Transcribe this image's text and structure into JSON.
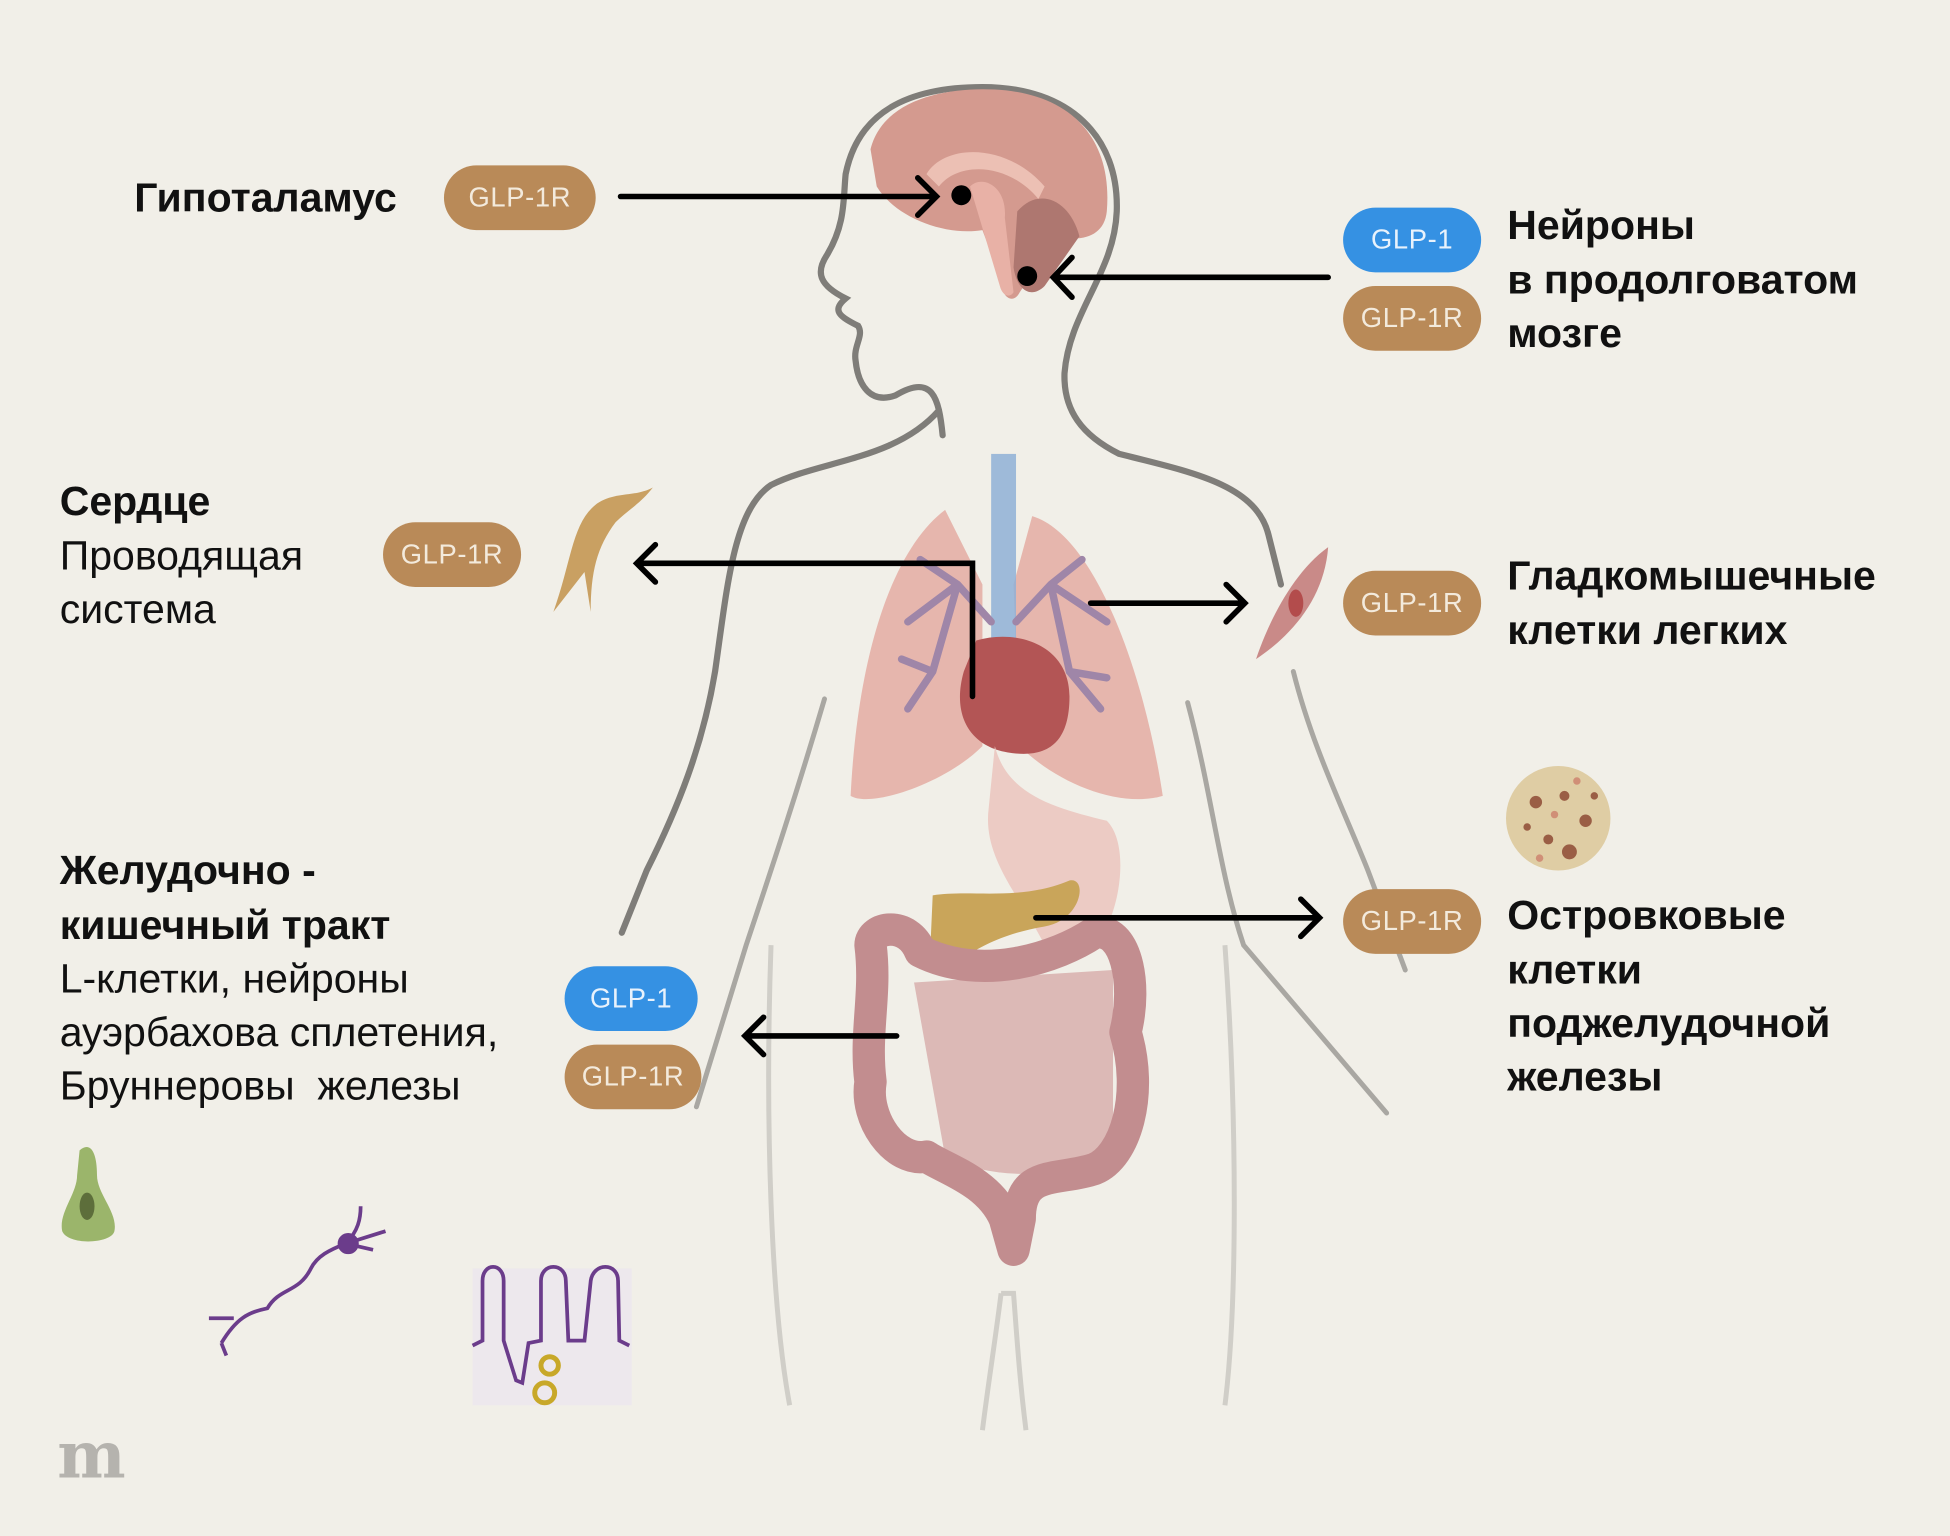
{
  "labels": {
    "hypothalamus": "Гипоталамус",
    "medulla": [
      "Нейроны",
      "в продолговатом",
      "мозге"
    ],
    "heart_title": "Сердце",
    "heart_sub": [
      "Проводящая",
      "система"
    ],
    "lungs": [
      "Гладкомышечные",
      "клетки легких"
    ],
    "gi_title": [
      "Желудочно -",
      "кишечный тракт"
    ],
    "gi_sub": [
      "L-клетки, нейроны",
      "ауэрбахова сплетения,",
      "Бруннеровы  железы"
    ],
    "pancreas": [
      "Островковые",
      "клетки",
      "поджелудочной",
      "железы"
    ]
  },
  "badges": {
    "receptor": "GLP-1R",
    "ligand": "GLP-1"
  },
  "colors": {
    "background": "#f1efe8",
    "receptor": "#b98a58",
    "ligand": "#3591e3"
  },
  "logo": "m"
}
